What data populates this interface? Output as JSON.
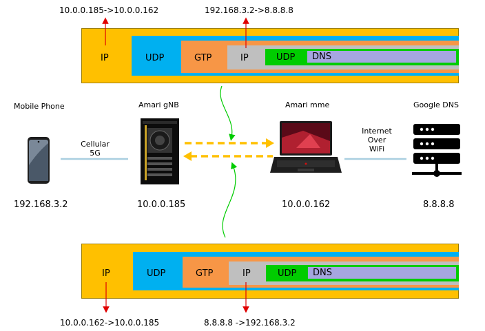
{
  "top_packet": {
    "outer_addr": "10.0.0.185->10.0.0.162",
    "inner_addr": "192.168.3.2->8.8.8.8",
    "layers": {
      "ip": "IP",
      "udp": "UDP",
      "gtp": "GTP",
      "inner_ip": "IP",
      "inner_udp": "UDP",
      "dns": "DNS"
    }
  },
  "bottom_packet": {
    "outer_addr": "10.0.0.162->10.0.0.185",
    "inner_addr": "8.8.8.8 ->192.168.3.2",
    "layers": {
      "ip": "IP",
      "udp": "UDP",
      "gtp": "GTP",
      "inner_ip": "IP",
      "inner_udp": "UDP",
      "dns": "DNS"
    }
  },
  "nodes": {
    "phone": {
      "name": "Mobile Phone",
      "ip": "192.168.3.2"
    },
    "gnb": {
      "name": "Amari gNB",
      "ip": "10.0.0.185"
    },
    "mme": {
      "name": "Amari mme",
      "ip": "10.0.0.162"
    },
    "dns": {
      "name": "Google DNS",
      "ip": "8.8.8.8"
    }
  },
  "links": {
    "cellular": {
      "line1": "Cellular",
      "line2": "5G"
    },
    "internet": {
      "line1": "Internet",
      "line2": "Over",
      "line3": "WiFi"
    }
  },
  "colors": {
    "outer": "#ffc000",
    "udp": "#00b0f0",
    "gtp": "#f79646",
    "inner_ip": "#bfbfbf",
    "inner_udp": "#00cc00",
    "dns": "#a6a6e0",
    "arrow_red": "#e00000",
    "arrow_dashed": "#ffc000",
    "curve": "#00cc00",
    "link": "#a9cfe0"
  }
}
